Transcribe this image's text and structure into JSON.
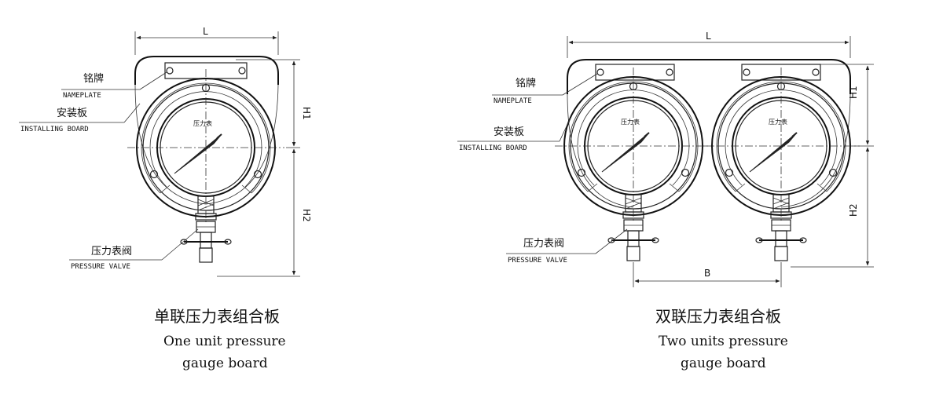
{
  "single": {
    "nameplate_cn": "铭牌",
    "nameplate_en": "NAMEPLATE",
    "board_cn": "安装板",
    "board_en": "INSTALLING BOARD",
    "valve_cn": "压力表阀",
    "valve_en": "PRESSURE VALVE",
    "gauge_face": "压力表",
    "dim_L": "L",
    "dim_H1": "H1",
    "dim_H2": "H2",
    "caption_cn": "单联压力表组合板",
    "caption_en_1": "One unit pressure",
    "caption_en_2": "gauge board"
  },
  "double": {
    "nameplate_cn": "铭牌",
    "nameplate_en": "NAMEPLATE",
    "board_cn": "安装板",
    "board_en": "INSTALLING BOARD",
    "valve_cn": "压力表阀",
    "valve_en": "PRESSURE VALVE",
    "gauge_face_1": "压力表",
    "gauge_face_2": "压力表",
    "dim_L": "L",
    "dim_B": "B",
    "dim_H1": "H1",
    "dim_H2": "H2",
    "caption_cn": "双联压力表组合板",
    "caption_en_1": "Two units pressure",
    "caption_en_2": "gauge board"
  }
}
